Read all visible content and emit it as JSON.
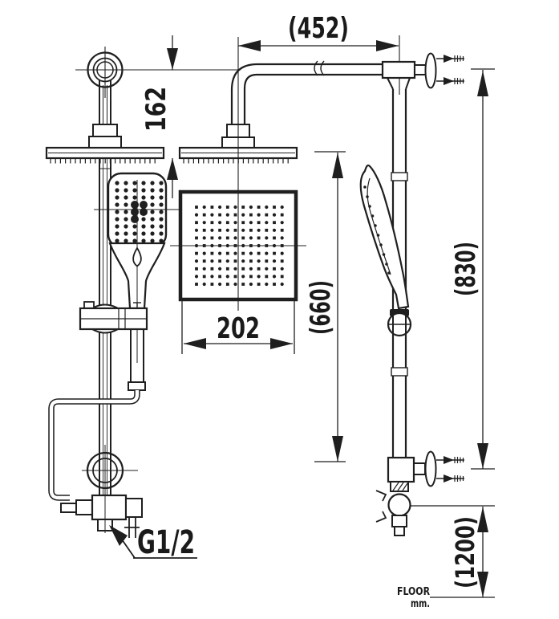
{
  "drawing": {
    "title_hint": "shower column installation dimensions",
    "colors": {
      "background": "#ffffff",
      "line": "#1f1f1f",
      "text": "#1a1a1a"
    },
    "labels": {
      "arm_reach": "(452)",
      "arm_drop": "162",
      "head_width": "202",
      "head_to_diverter": "(660)",
      "bracket_span": "(830)",
      "valve_height": "(1200)",
      "thread_size": "G1/2",
      "floor": "FLOOR",
      "units": "mm."
    }
  }
}
